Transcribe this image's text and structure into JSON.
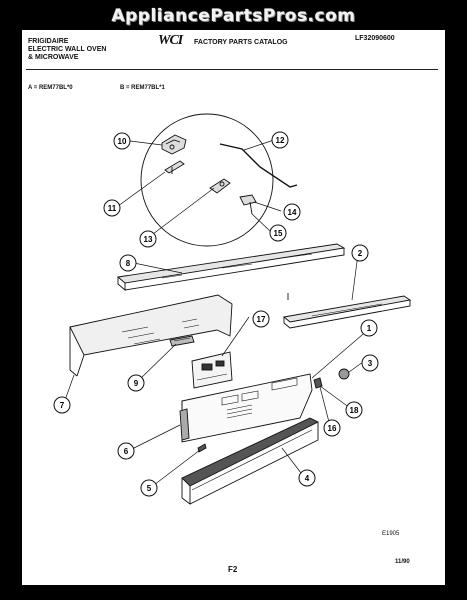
{
  "watermark": "AppliancePartsPros.com",
  "header": {
    "brand_line1": "FRIGIDAIRE",
    "brand_line2": "ELECTRIC WALL OVEN",
    "brand_line3": "& MICROWAVE",
    "logo": "WCI",
    "catalog_title": "FACTORY PARTS CATALOG",
    "catalog_number": "LF32090600",
    "model_a": "A = REM77BL*0",
    "model_b": "B = REM77BL*1"
  },
  "callouts": [
    "1",
    "2",
    "3",
    "4",
    "5",
    "6",
    "7",
    "8",
    "9",
    "10",
    "11",
    "12",
    "13",
    "14",
    "15",
    "16",
    "17",
    "18"
  ],
  "footer": {
    "figure_code": "E1905",
    "date": "11/90",
    "page_label": "F2"
  }
}
